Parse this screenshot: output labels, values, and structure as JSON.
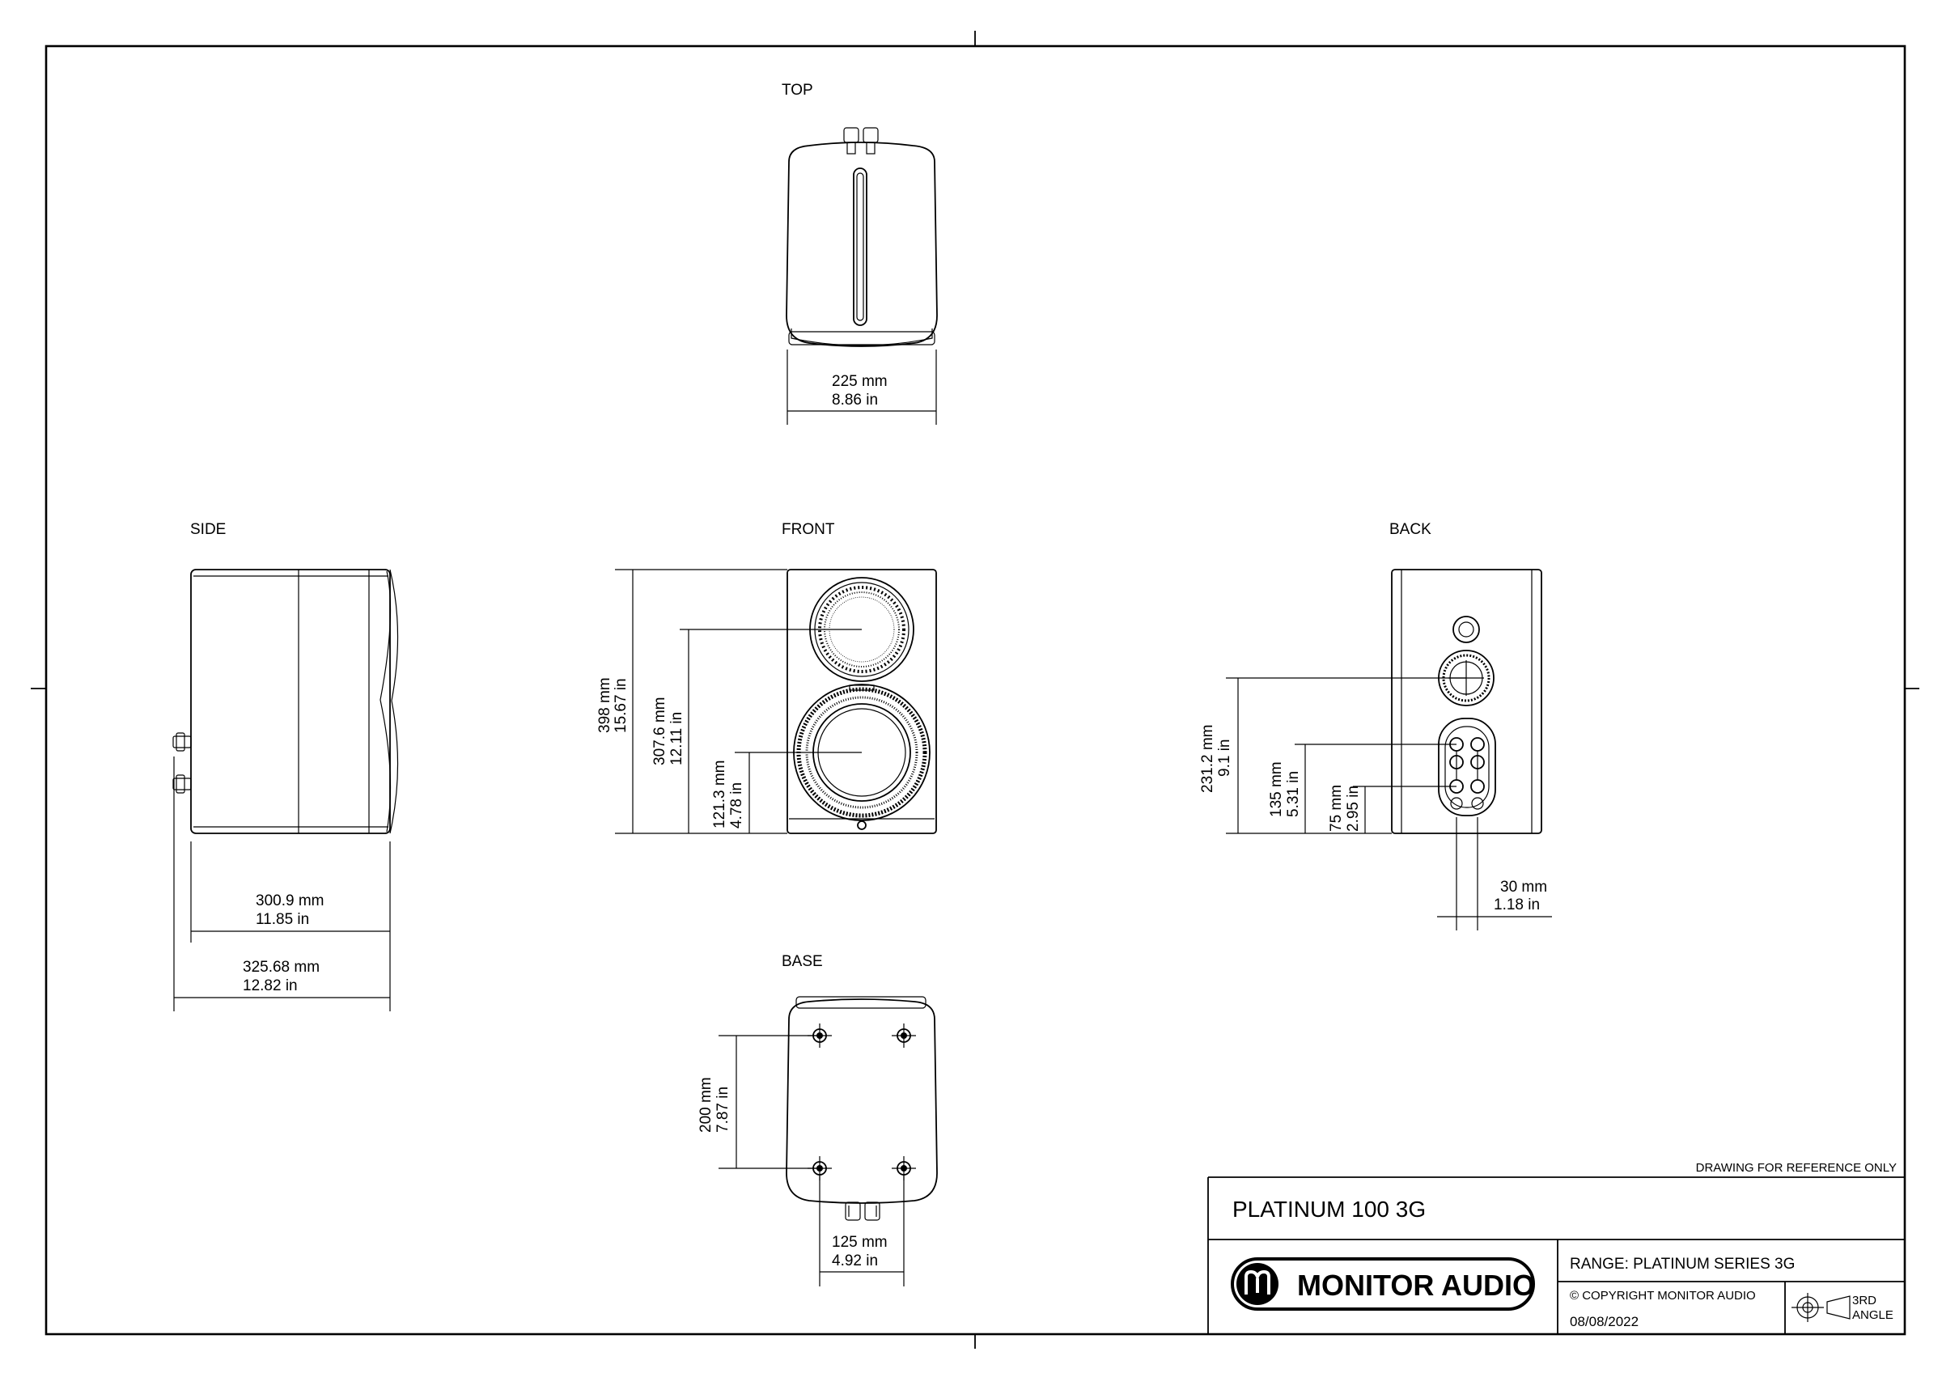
{
  "views": {
    "top": "TOP",
    "side": "SIDE",
    "front": "FRONT",
    "back": "BACK",
    "base": "BASE"
  },
  "dims": {
    "top_width": [
      "225 mm",
      "8.86 in"
    ],
    "side_depth": [
      "300.9 mm",
      "11.85 in"
    ],
    "side_overall": [
      "325.68 mm",
      "12.82 in"
    ],
    "front_height": [
      "398 mm",
      "15.67 in"
    ],
    "front_tweeter": [
      "307.6 mm",
      "12.11 in"
    ],
    "front_woofer": [
      "121.3 mm",
      "4.78 in"
    ],
    "back_port": [
      "231.2 mm",
      "9.1 in"
    ],
    "back_terminal_top": [
      "135 mm",
      "5.31 in"
    ],
    "back_terminal_low": [
      "75 mm",
      "2.95 in"
    ],
    "back_terminal_width": [
      "30 mm",
      "1.18 in"
    ],
    "base_depth": [
      "200 mm",
      "7.87 in"
    ],
    "base_width": [
      "125 mm",
      "4.92 in"
    ]
  },
  "title_block": {
    "note": "DRAWING FOR REFERENCE ONLY",
    "product": "PLATINUM 100 3G",
    "brand": "MONITOR AUDIO",
    "range": "RANGE: PLATINUM SERIES 3G",
    "copyright": "© COPYRIGHT MONITOR AUDIO",
    "date": "08/08/2022",
    "projection": [
      "3RD",
      "ANGLE"
    ]
  }
}
